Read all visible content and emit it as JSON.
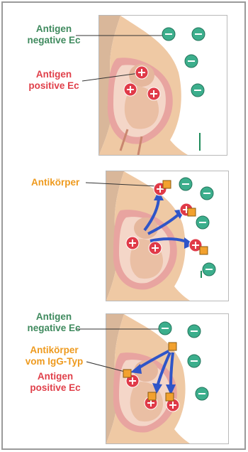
{
  "panel1": {
    "antigen_negative_line1": "Antigen",
    "antigen_negative_line2": "negative Ec",
    "antigen_positive_line1": "Antigen",
    "antigen_positive_line2": "positive Ec"
  },
  "panel2": {
    "antibody_label": "Antikörper"
  },
  "panel3": {
    "antigen_negative_line1": "Antigen",
    "antigen_negative_line2": "negative Ec",
    "antibody_line1": "Antikörper",
    "antibody_line2": "vom IgG-Typ",
    "antigen_positive_line1": "Antigen",
    "antigen_positive_line2": "positive Ec"
  },
  "colors": {
    "negative_cell": "#3cae8c",
    "positive_cell": "#e03a48",
    "antibody": "#f2a12e",
    "arrow": "#2f55c8",
    "skin": "#efc9a4",
    "uterus": "#e8a4a0"
  },
  "symbols": {
    "minus": "−",
    "plus": "+"
  }
}
